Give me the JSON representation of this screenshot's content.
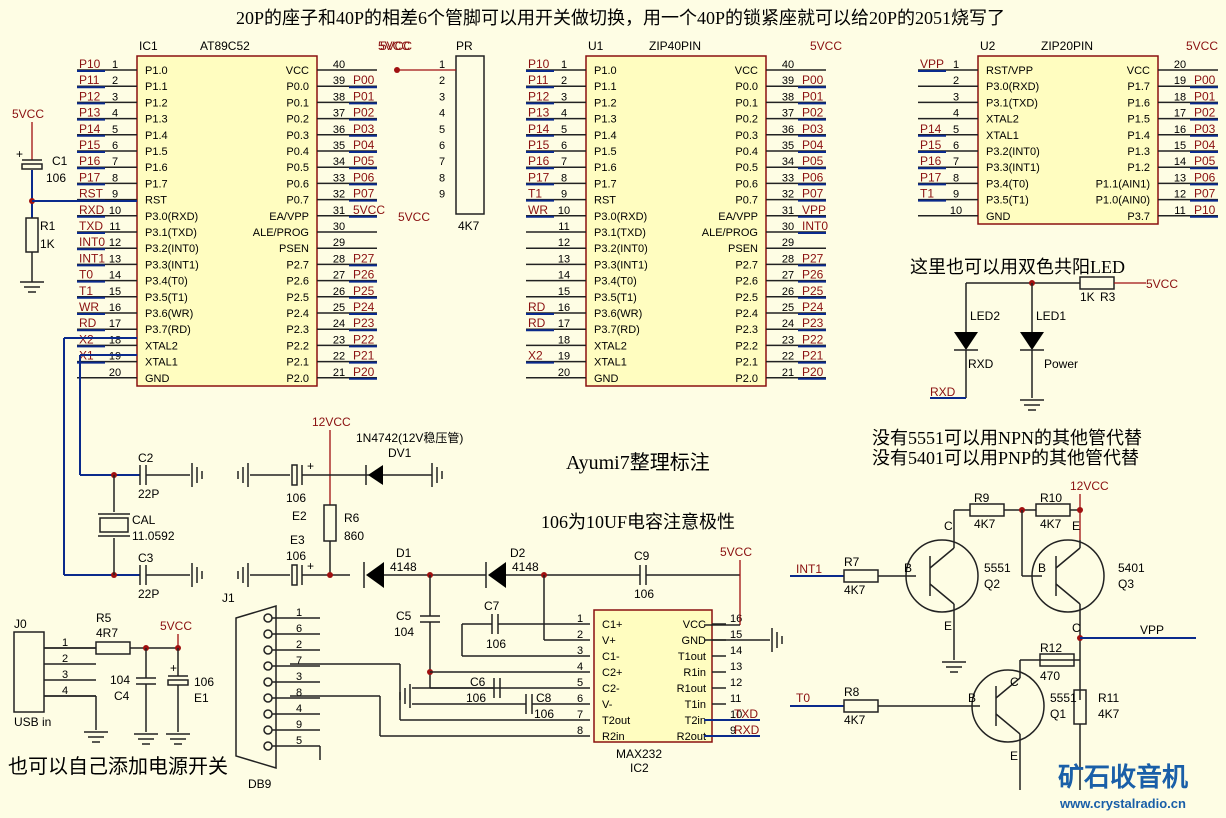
{
  "notes": {
    "top": "20P的座子和40P的相差6个管脚可以用开关做切换，用一个40P的锁紧座就可以给20P的2051烧写了",
    "led": "这里也可以用双色共阳LED",
    "npn": "没有5551可以用NPN的其他管代替",
    "pnp": "没有5401可以用PNP的其他管代替",
    "author": "Ayumi7整理标注",
    "cap": "106为10UF电容注意极性",
    "power": "也可以自己添加电源开关"
  },
  "watermark": {
    "cn": "矿石收音机",
    "url": "www.crystalradio.cn"
  },
  "ic1": {
    "ref": "IC1",
    "part": "AT89C52",
    "left_pins": [
      {
        "num": "1",
        "name": "P1.0",
        "net": "P10"
      },
      {
        "num": "2",
        "name": "P1.1",
        "net": "P11"
      },
      {
        "num": "3",
        "name": "P1.2",
        "net": "P12"
      },
      {
        "num": "4",
        "name": "P1.3",
        "net": "P13"
      },
      {
        "num": "5",
        "name": "P1.4",
        "net": "P14"
      },
      {
        "num": "6",
        "name": "P1.5",
        "net": "P15"
      },
      {
        "num": "7",
        "name": "P1.6",
        "net": "P16"
      },
      {
        "num": "8",
        "name": "P1.7",
        "net": "P17"
      },
      {
        "num": "9",
        "name": "RST",
        "net": "RST"
      },
      {
        "num": "10",
        "name": "P3.0(RXD)",
        "net": "RXD"
      },
      {
        "num": "11",
        "name": "P3.1(TXD)",
        "net": "TXD"
      },
      {
        "num": "12",
        "name": "P3.2(INT0)",
        "net": "INT0"
      },
      {
        "num": "13",
        "name": "P3.3(INT1)",
        "net": "INT1"
      },
      {
        "num": "14",
        "name": "P3.4(T0)",
        "net": "T0"
      },
      {
        "num": "15",
        "name": "P3.5(T1)",
        "net": "T1"
      },
      {
        "num": "16",
        "name": "P3.6(WR)",
        "net": "WR"
      },
      {
        "num": "17",
        "name": "P3.7(RD)",
        "net": "RD"
      },
      {
        "num": "18",
        "name": "XTAL2",
        "net": "X2"
      },
      {
        "num": "19",
        "name": "XTAL1",
        "net": "X1"
      },
      {
        "num": "20",
        "name": "GND",
        "net": ""
      }
    ],
    "right_pins": [
      {
        "num": "40",
        "name": "VCC",
        "net": ""
      },
      {
        "num": "39",
        "name": "P0.0",
        "net": "P00"
      },
      {
        "num": "38",
        "name": "P0.1",
        "net": "P01"
      },
      {
        "num": "37",
        "name": "P0.2",
        "net": "P02"
      },
      {
        "num": "36",
        "name": "P0.3",
        "net": "P03"
      },
      {
        "num": "35",
        "name": "P0.4",
        "net": "P04"
      },
      {
        "num": "34",
        "name": "P0.5",
        "net": "P05"
      },
      {
        "num": "33",
        "name": "P0.6",
        "net": "P06"
      },
      {
        "num": "32",
        "name": "P0.7",
        "net": "P07"
      },
      {
        "num": "31",
        "name": "EA/VPP",
        "net": "5VCC"
      },
      {
        "num": "30",
        "name": "ALE/PROG",
        "net": ""
      },
      {
        "num": "29",
        "name": "PSEN",
        "net": ""
      },
      {
        "num": "28",
        "name": "P2.7",
        "net": "P27"
      },
      {
        "num": "27",
        "name": "P2.6",
        "net": "P26"
      },
      {
        "num": "26",
        "name": "P2.5",
        "net": "P25"
      },
      {
        "num": "25",
        "name": "P2.4",
        "net": "P24"
      },
      {
        "num": "24",
        "name": "P2.3",
        "net": "P23"
      },
      {
        "num": "23",
        "name": "P2.2",
        "net": "P22"
      },
      {
        "num": "22",
        "name": "P2.1",
        "net": "P21"
      },
      {
        "num": "21",
        "name": "P2.0",
        "net": "P20"
      }
    ]
  },
  "u1": {
    "ref": "U1",
    "part": "ZIP40PIN",
    "left_pins": [
      {
        "num": "1",
        "name": "P1.0",
        "net": "P10"
      },
      {
        "num": "2",
        "name": "P1.1",
        "net": "P11"
      },
      {
        "num": "3",
        "name": "P1.2",
        "net": "P12"
      },
      {
        "num": "4",
        "name": "P1.3",
        "net": "P13"
      },
      {
        "num": "5",
        "name": "P1.4",
        "net": "P14"
      },
      {
        "num": "6",
        "name": "P1.5",
        "net": "P15"
      },
      {
        "num": "7",
        "name": "P1.6",
        "net": "P16"
      },
      {
        "num": "8",
        "name": "P1.7",
        "net": "P17"
      },
      {
        "num": "9",
        "name": "RST",
        "net": "T1"
      },
      {
        "num": "10",
        "name": "P3.0(RXD)",
        "net": "WR"
      },
      {
        "num": "11",
        "name": "P3.1(TXD)",
        "net": ""
      },
      {
        "num": "12",
        "name": "P3.2(INT0)",
        "net": ""
      },
      {
        "num": "13",
        "name": "P3.3(INT1)",
        "net": ""
      },
      {
        "num": "14",
        "name": "P3.4(T0)",
        "net": ""
      },
      {
        "num": "15",
        "name": "P3.5(T1)",
        "net": ""
      },
      {
        "num": "16",
        "name": "P3.6(WR)",
        "net": "RD"
      },
      {
        "num": "17",
        "name": "P3.7(RD)",
        "net": "RD"
      },
      {
        "num": "18",
        "name": "XTAL2",
        "net": ""
      },
      {
        "num": "19",
        "name": "XTAL1",
        "net": "X2"
      },
      {
        "num": "20",
        "name": "GND",
        "net": ""
      }
    ],
    "right_pins": [
      {
        "num": "40",
        "name": "VCC",
        "net": ""
      },
      {
        "num": "39",
        "name": "P0.0",
        "net": "P00"
      },
      {
        "num": "38",
        "name": "P0.1",
        "net": "P01"
      },
      {
        "num": "37",
        "name": "P0.2",
        "net": "P02"
      },
      {
        "num": "36",
        "name": "P0.3",
        "net": "P03"
      },
      {
        "num": "35",
        "name": "P0.4",
        "net": "P04"
      },
      {
        "num": "34",
        "name": "P0.5",
        "net": "P05"
      },
      {
        "num": "33",
        "name": "P0.6",
        "net": "P06"
      },
      {
        "num": "32",
        "name": "P0.7",
        "net": "P07"
      },
      {
        "num": "31",
        "name": "EA/VPP",
        "net": "VPP"
      },
      {
        "num": "30",
        "name": "ALE/PROG",
        "net": "INT0"
      },
      {
        "num": "29",
        "name": "PSEN",
        "net": ""
      },
      {
        "num": "28",
        "name": "P2.7",
        "net": "P27"
      },
      {
        "num": "27",
        "name": "P2.6",
        "net": "P26"
      },
      {
        "num": "26",
        "name": "P2.5",
        "net": "P25"
      },
      {
        "num": "25",
        "name": "P2.4",
        "net": "P24"
      },
      {
        "num": "24",
        "name": "P2.3",
        "net": "P23"
      },
      {
        "num": "23",
        "name": "P2.2",
        "net": "P22"
      },
      {
        "num": "22",
        "name": "P2.1",
        "net": "P21"
      },
      {
        "num": "21",
        "name": "P2.0",
        "net": "P20"
      }
    ]
  },
  "u2": {
    "ref": "U2",
    "part": "ZIP20PIN",
    "left_pins": [
      {
        "num": "1",
        "name": "RST/VPP",
        "net": "VPP"
      },
      {
        "num": "2",
        "name": "P3.0(RXD)",
        "net": ""
      },
      {
        "num": "3",
        "name": "P3.1(TXD)",
        "net": ""
      },
      {
        "num": "4",
        "name": "XTAL2",
        "net": ""
      },
      {
        "num": "5",
        "name": "XTAL1",
        "net": "P14"
      },
      {
        "num": "6",
        "name": "P3.2(INT0)",
        "net": "P15"
      },
      {
        "num": "7",
        "name": "P3.3(INT1)",
        "net": "P16"
      },
      {
        "num": "8",
        "name": "P3.4(T0)",
        "net": "P17"
      },
      {
        "num": "9",
        "name": "P3.5(T1)",
        "net": "T1"
      },
      {
        "num": "10",
        "name": "GND",
        "net": ""
      }
    ],
    "right_pins": [
      {
        "num": "20",
        "name": "VCC",
        "net": ""
      },
      {
        "num": "19",
        "name": "P1.7",
        "net": "P00"
      },
      {
        "num": "18",
        "name": "P1.6",
        "net": "P01"
      },
      {
        "num": "17",
        "name": "P1.5",
        "net": "P02"
      },
      {
        "num": "16",
        "name": "P1.4",
        "net": "P03"
      },
      {
        "num": "15",
        "name": "P1.3",
        "net": "P04"
      },
      {
        "num": "14",
        "name": "P1.2",
        "net": "P05"
      },
      {
        "num": "13",
        "name": "P1.1(AIN1)",
        "net": "P06"
      },
      {
        "num": "12",
        "name": "P1.0(AIN0)",
        "net": "P07"
      },
      {
        "num": "11",
        "name": "P3.7",
        "net": "P10"
      }
    ]
  },
  "max232": {
    "ref": "IC2",
    "part": "MAX232",
    "left_pins": [
      {
        "num": "1",
        "name": "C1+"
      },
      {
        "num": "2",
        "name": "V+"
      },
      {
        "num": "3",
        "name": "C1-"
      },
      {
        "num": "4",
        "name": "C2+"
      },
      {
        "num": "5",
        "name": "C2-"
      },
      {
        "num": "6",
        "name": "V-"
      },
      {
        "num": "7",
        "name": "T2out"
      },
      {
        "num": "8",
        "name": "R2in"
      }
    ],
    "right_pins": [
      {
        "num": "16",
        "name": "VCC",
        "net": ""
      },
      {
        "num": "15",
        "name": "GND",
        "net": ""
      },
      {
        "num": "14",
        "name": "T1out",
        "net": ""
      },
      {
        "num": "13",
        "name": "R1in",
        "net": ""
      },
      {
        "num": "12",
        "name": "R1out",
        "net": ""
      },
      {
        "num": "11",
        "name": "T1in",
        "net": ""
      },
      {
        "num": "10",
        "name": "T2in",
        "net": "TXD"
      },
      {
        "num": "9",
        "name": "R2out",
        "net": "RXD"
      }
    ]
  },
  "pr": {
    "ref": "PR",
    "value": "4K7",
    "pins": [
      "1",
      "2",
      "3",
      "4",
      "5",
      "6",
      "7",
      "8",
      "9"
    ]
  },
  "db9": {
    "ref": "DB9",
    "pins": [
      "1",
      "6",
      "2",
      "7",
      "3",
      "8",
      "4",
      "9",
      "5"
    ],
    "j": "J1"
  },
  "usb": {
    "ref": "J0",
    "label": "USB in",
    "pins": [
      "1",
      "2",
      "3",
      "4"
    ]
  },
  "parts": {
    "c1": [
      "C1",
      "106"
    ],
    "r1": [
      "R1",
      "1K"
    ],
    "c2": [
      "C2",
      "22P"
    ],
    "c3": [
      "C3",
      "22P"
    ],
    "cal": [
      "CAL",
      "11.0592"
    ],
    "e2": [
      "106",
      "E2"
    ],
    "e3": [
      "E3",
      "106"
    ],
    "r6": [
      "R6",
      "860"
    ],
    "dv1": [
      "1N4742(12V稳压管)",
      "DV1"
    ],
    "d1": [
      "D1",
      "4148"
    ],
    "d2": [
      "D2",
      "4148"
    ],
    "c9": [
      "C9",
      "106"
    ],
    "c5": [
      "C5",
      "104"
    ],
    "c7": [
      "C7",
      "106"
    ],
    "c6": [
      "C6",
      "106"
    ],
    "c8": [
      "C8",
      "106"
    ],
    "r5": [
      "R5",
      "4R7"
    ],
    "c4": [
      "104",
      "C4"
    ],
    "e1": [
      "106",
      "E1"
    ],
    "r3": [
      "1K",
      "R3"
    ],
    "led1": [
      "LED1",
      "Power"
    ],
    "led2": [
      "LED2",
      "RXD"
    ],
    "r9": [
      "R9",
      "4K7"
    ],
    "r10": [
      "R10",
      "4K7"
    ],
    "r7": [
      "R7",
      "4K7"
    ],
    "r8": [
      "R8",
      "4K7"
    ],
    "r12": [
      "R12",
      "470"
    ],
    "r11": [
      "R11",
      "4K7"
    ],
    "q2": [
      "5551",
      "Q2"
    ],
    "q3": [
      "5401",
      "Q3"
    ],
    "q1": [
      "5551",
      "Q1"
    ]
  },
  "nets": {
    "vcc5": "5VCC",
    "vcc12": "12VCC",
    "vpp": "VPP",
    "int1": "INT1",
    "t0": "T0",
    "txd": "TXD",
    "rxd": "RXD",
    "vcc5_ea": "5VCC",
    "vpp_q": "VPP",
    "bce": [
      "B",
      "C",
      "E"
    ]
  }
}
